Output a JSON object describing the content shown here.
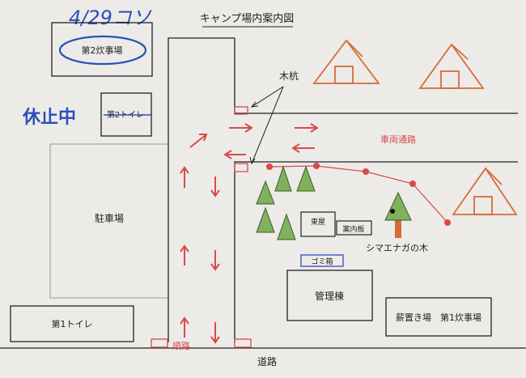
{
  "title": "キャンプ場内案内図",
  "handwritten": {
    "date": "4/29コソ",
    "closed": "休止中"
  },
  "buildings": {
    "kitchen2": "第2炊事場",
    "toilet2": "第2トイレ",
    "parking": "駐車場",
    "toilet1": "第1トイレ",
    "azumaya": "東屋",
    "info_board": "案内板",
    "trash": "ゴミ箱",
    "office": "管理棟",
    "firewood_kitchen1": "薪置き場　第1炊事場"
  },
  "labels": {
    "stakes": "木杭",
    "vehicle_road": "車両通路",
    "tree": "シマエナガの木",
    "route": "順路",
    "road": "道路"
  },
  "colors": {
    "red": "#d84a4a",
    "green": "#7fb25a",
    "tent": "#d86a3a",
    "ink_blue": "#2a4fb8"
  }
}
